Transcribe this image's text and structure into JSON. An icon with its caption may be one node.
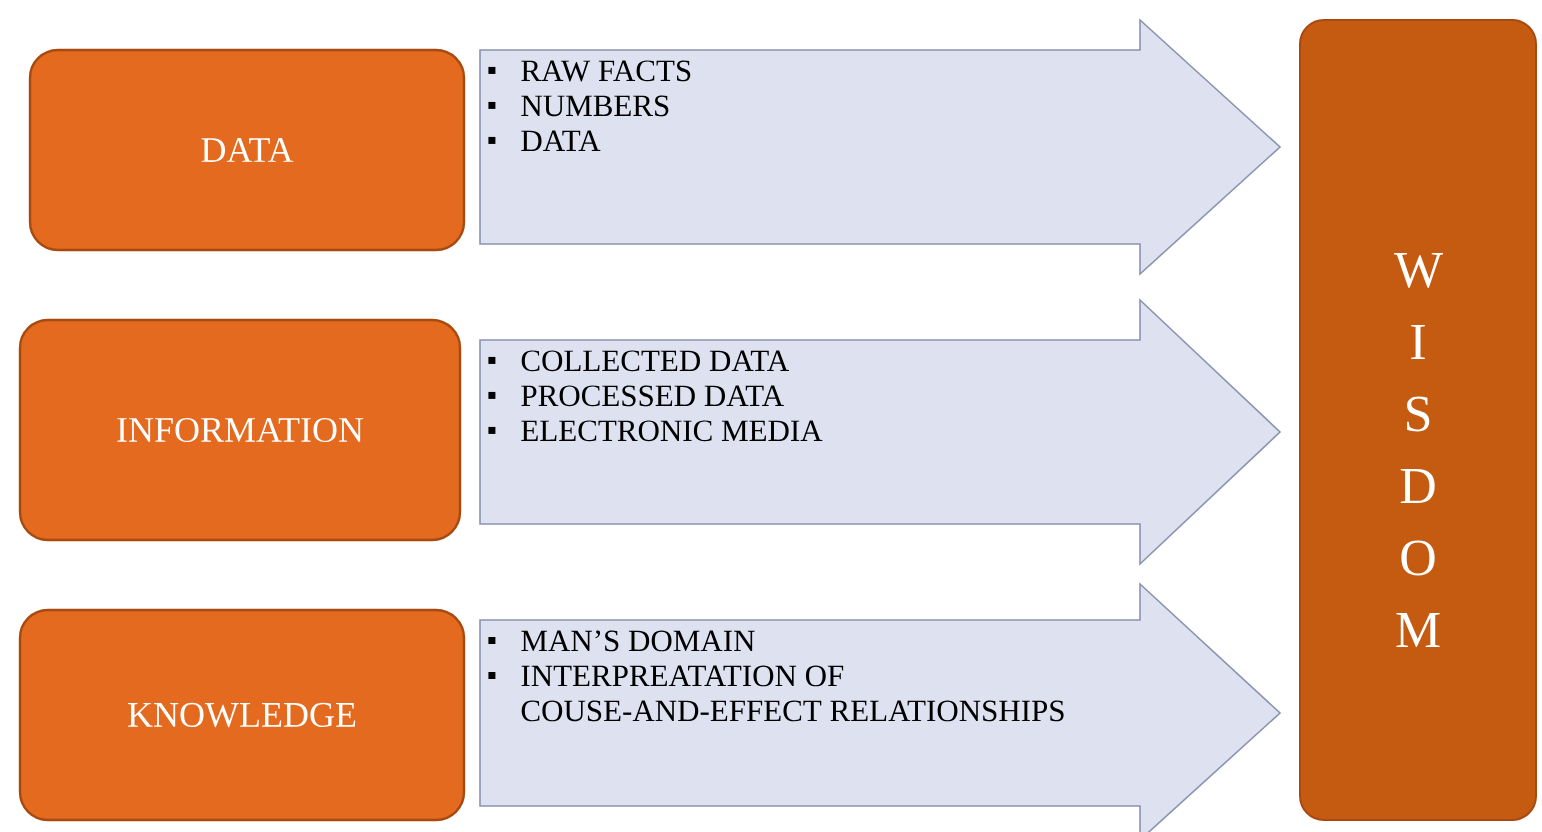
{
  "diagram": {
    "nodes": [
      {
        "text": [
          "DATA"
        ]
      },
      {
        "text": [
          "RAW FACTS",
          "NUMBERS",
          "DATA"
        ]
      },
      {
        "text": [
          "INFORMATION"
        ]
      },
      {
        "text": [
          "COLLECTED DATA",
          "PROCESSED DATA",
          "ELECTRONIC MEDIA"
        ]
      },
      {
        "text": [
          "KNOWLEDGE"
        ]
      },
      {
        "text": [
          "MAN’S DOMAIN",
          "INTERPREATATION OF COUSE-AND-EFFECT RELATIONSHIPS"
        ]
      },
      {
        "text": [
          "W I S D O M"
        ]
      }
    ]
  }
}
